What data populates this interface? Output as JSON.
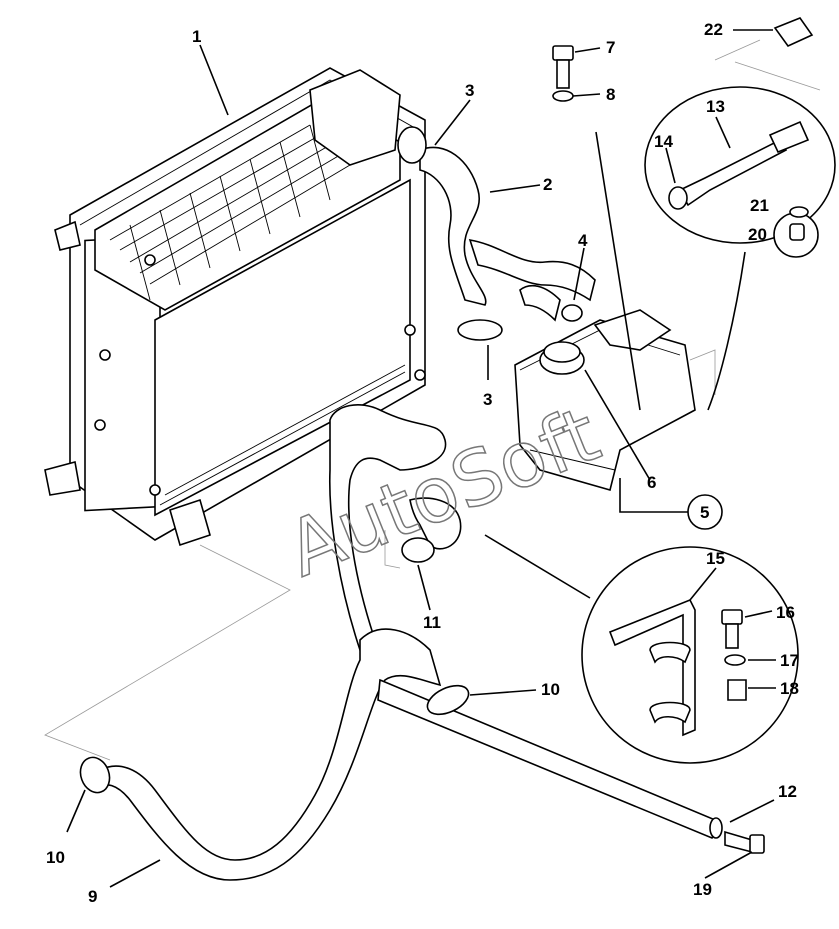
{
  "watermark": "AutoSoft",
  "callouts": [
    {
      "id": "c1",
      "text": "1"
    },
    {
      "id": "c2",
      "text": "2"
    },
    {
      "id": "c3a",
      "text": "3"
    },
    {
      "id": "c3b",
      "text": "3"
    },
    {
      "id": "c4",
      "text": "4"
    },
    {
      "id": "c5",
      "text": "5"
    },
    {
      "id": "c6",
      "text": "6"
    },
    {
      "id": "c7",
      "text": "7"
    },
    {
      "id": "c8",
      "text": "8"
    },
    {
      "id": "c9",
      "text": "9"
    },
    {
      "id": "c10a",
      "text": "10"
    },
    {
      "id": "c10b",
      "text": "10"
    },
    {
      "id": "c11",
      "text": "11"
    },
    {
      "id": "c12",
      "text": "12"
    },
    {
      "id": "c13",
      "text": "13"
    },
    {
      "id": "c14",
      "text": "14"
    },
    {
      "id": "c15",
      "text": "15"
    },
    {
      "id": "c16",
      "text": "16"
    },
    {
      "id": "c17",
      "text": "17"
    },
    {
      "id": "c18",
      "text": "18"
    },
    {
      "id": "c19",
      "text": "19"
    },
    {
      "id": "c20",
      "text": "20"
    },
    {
      "id": "c21",
      "text": "21"
    },
    {
      "id": "c22",
      "text": "22"
    }
  ]
}
